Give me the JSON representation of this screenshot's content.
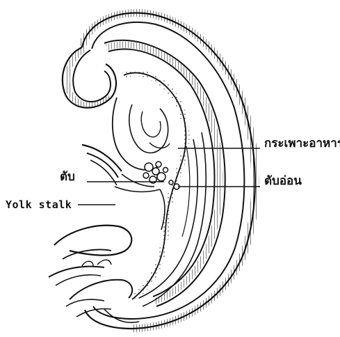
{
  "labels": {
    "stomach": "กระเพาะอาหาร",
    "liver": "ตับ",
    "pancreas": "ตับอ่อน",
    "yolk_stalk": "Yolk stalk"
  },
  "colors": {
    "ink": "#111111",
    "paper": "#ffffff"
  }
}
